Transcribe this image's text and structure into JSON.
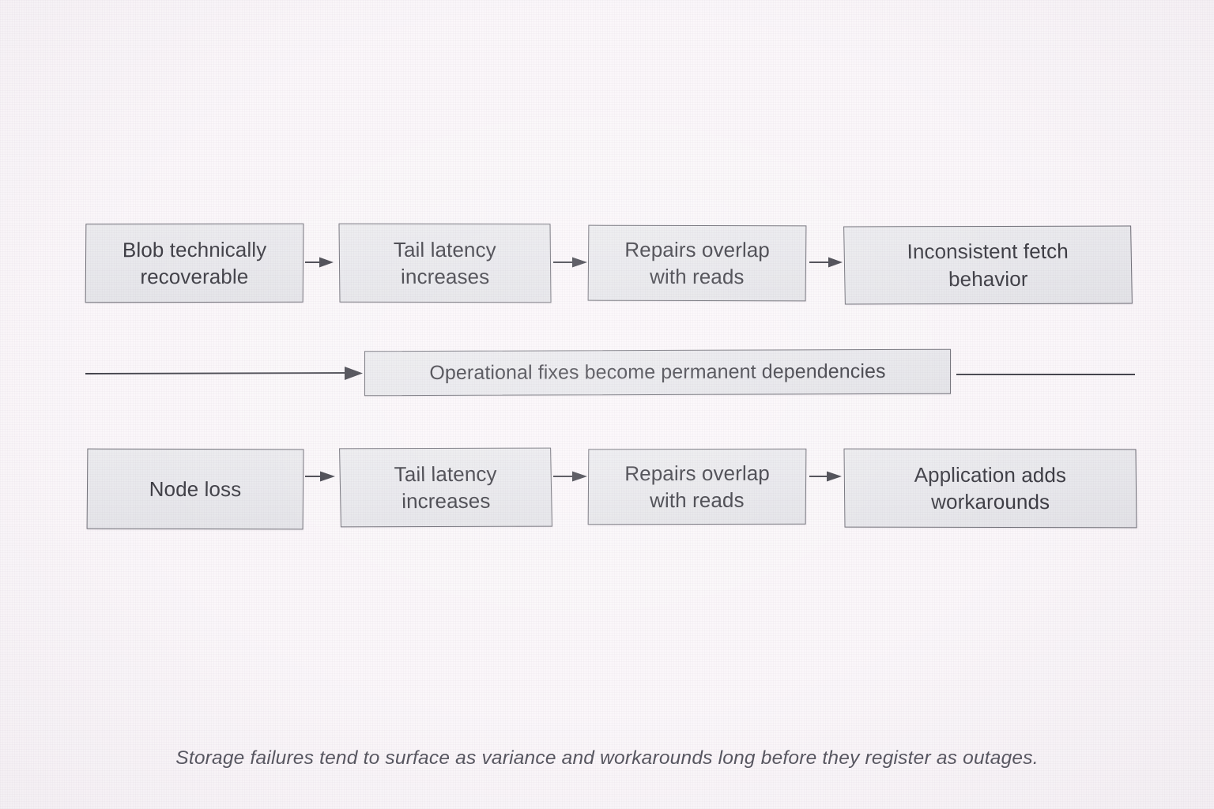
{
  "figure": {
    "background_color": "#fbf7fa",
    "node_fill_color": "#e9e9ec",
    "node_border_color": "#6e6e76",
    "text_color": "#3b3b42",
    "connector_color": "#43434b",
    "caption": "Storage failures tend to surface as variance and workarounds long before they register as outages."
  },
  "top_row": {
    "nodes": [
      {
        "label": "Blob technically\nrecoverable"
      },
      {
        "label": "Tail latency\nincreases"
      },
      {
        "label": "Repairs overlap\nwith reads"
      },
      {
        "label": "Inconsistent fetch\nbehavior"
      }
    ],
    "connectors": [
      {
        "type": "arrow",
        "from": "Blob technically recoverable",
        "to": "Tail latency increases"
      },
      {
        "type": "arrow",
        "from": "Tail latency increases",
        "to": "Repairs overlap with reads"
      },
      {
        "type": "arrow",
        "from": "Repairs overlap with reads",
        "to": "Inconsistent fetch behavior"
      }
    ]
  },
  "middle_row": {
    "node": {
      "label": "Operational fixes become permanent dependencies"
    },
    "connectors": [
      {
        "type": "arrow",
        "direction": "right",
        "position": "left-of-node"
      },
      {
        "type": "line",
        "direction": "none",
        "position": "right-of-node"
      }
    ]
  },
  "bottom_row": {
    "nodes": [
      {
        "label": "Node loss"
      },
      {
        "label": "Tail latency\nincreases"
      },
      {
        "label": "Repairs overlap\nwith reads"
      },
      {
        "label": "Application adds\nworkarounds"
      }
    ],
    "connectors": [
      {
        "type": "arrow",
        "from": "Node loss",
        "to": "Tail latency increases"
      },
      {
        "type": "arrow",
        "from": "Tail latency increases",
        "to": "Repairs overlap with reads"
      },
      {
        "type": "arrow",
        "from": "Repairs overlap with reads",
        "to": "Application adds workarounds"
      }
    ]
  }
}
